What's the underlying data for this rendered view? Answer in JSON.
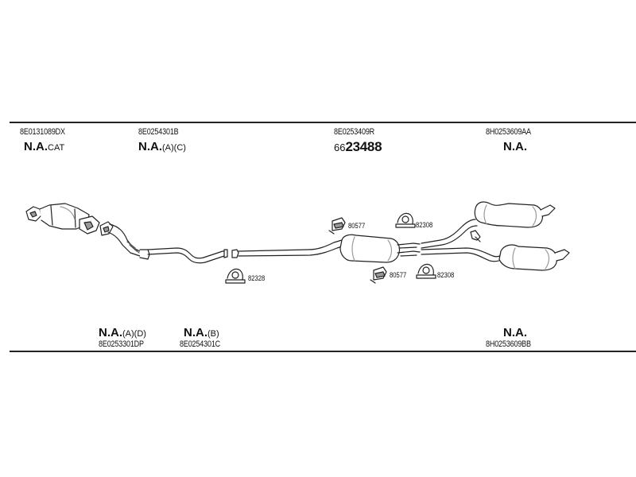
{
  "labels": {
    "top": [
      {
        "code": "8E0131089DX",
        "na": "N.A.",
        "suffix": "CAT"
      },
      {
        "code": "8E0254301B",
        "na": "N.A.",
        "suffix": "(A)(C)"
      },
      {
        "code": "8E0253409R",
        "prefix": "66",
        "number": "23488"
      },
      {
        "code": "8H0253609AA",
        "na": "N.A.",
        "suffix": ""
      }
    ],
    "bottom": [
      {
        "code": "8E0253301DP",
        "na": "N.A.",
        "suffix": "(A)(D)"
      },
      {
        "code": "8E0254301C",
        "na": "N.A.",
        "suffix": "(B)"
      },
      {
        "code": "8H0253609BB",
        "na": "N.A.",
        "suffix": ""
      }
    ]
  },
  "parts": {
    "clamp_center": "82328",
    "bracket_upper": "80577",
    "bracket_lower": "80577",
    "clamp_upper_right": "82308",
    "clamp_lower_right": "82308"
  },
  "colors": {
    "line": "#222222",
    "part_fill": "#ffffff",
    "shade": "#9a9a9a"
  }
}
